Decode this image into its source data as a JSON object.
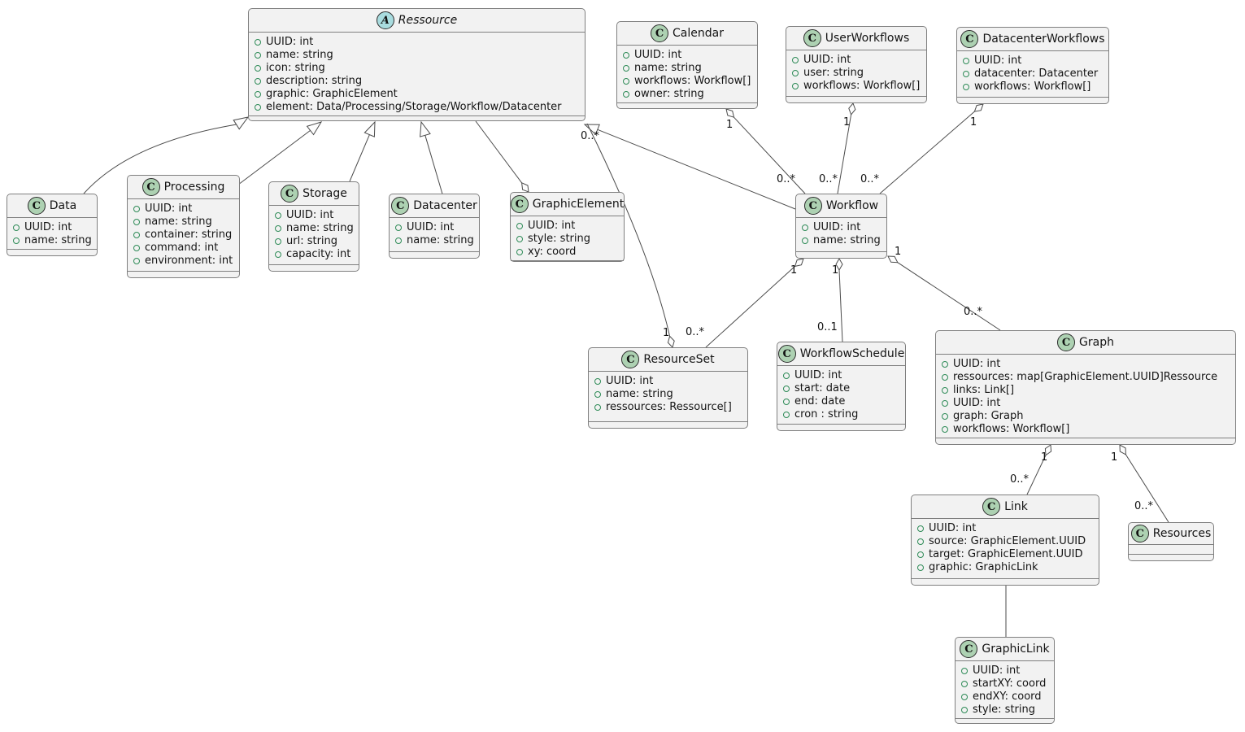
{
  "diagram": {
    "kind": "UML class diagram",
    "colors": {
      "class_circle_fill": "#ADD1B2",
      "abstract_circle_fill": "#A9DCDF",
      "box_fill": "#F2F2F2",
      "box_border": "#7F7F7F",
      "edge_line": "#4B4B4B",
      "field_visibility_green": "#2E8B57"
    }
  },
  "classes": [
    {
      "stereotype": "A",
      "name": "Ressource",
      "attrs": [
        "UUID: int",
        "name: string",
        "icon: string",
        "description: string",
        "graphic: GraphicElement",
        "element: Data/Processing/Storage/Workflow/Datacenter"
      ]
    },
    {
      "stereotype": "C",
      "name": "Calendar",
      "attrs": [
        "UUID: int",
        "name: string",
        "workflows: Workflow[]",
        "owner: string"
      ]
    },
    {
      "stereotype": "C",
      "name": "UserWorkflows",
      "attrs": [
        "UUID: int",
        "user: string",
        "workflows: Workflow[]"
      ]
    },
    {
      "stereotype": "C",
      "name": "DatacenterWorkflows",
      "attrs": [
        "UUID: int",
        "datacenter: Datacenter",
        "workflows: Workflow[]"
      ]
    },
    {
      "stereotype": "C",
      "name": "Data",
      "attrs": [
        "UUID: int",
        "name: string"
      ]
    },
    {
      "stereotype": "C",
      "name": "Processing",
      "attrs": [
        "UUID: int",
        "name: string",
        "container: string",
        "command: int",
        "environment: int"
      ]
    },
    {
      "stereotype": "C",
      "name": "Storage",
      "attrs": [
        "UUID: int",
        "name: string",
        "url: string",
        "capacity: int"
      ]
    },
    {
      "stereotype": "C",
      "name": "Datacenter",
      "attrs": [
        "UUID: int",
        "name: string"
      ]
    },
    {
      "stereotype": "C",
      "name": "GraphicElement",
      "attrs": [
        "UUID: int",
        "style: string",
        "xy: coord"
      ]
    },
    {
      "stereotype": "C",
      "name": "Workflow",
      "attrs": [
        "UUID: int",
        "name: string"
      ]
    },
    {
      "stereotype": "C",
      "name": "ResourceSet",
      "attrs": [
        "UUID: int",
        "name: string",
        "ressources: Ressource[]"
      ]
    },
    {
      "stereotype": "C",
      "name": "WorkflowSchedule",
      "attrs": [
        "UUID: int",
        "start: date",
        "end: date",
        "cron : string"
      ]
    },
    {
      "stereotype": "C",
      "name": "Graph",
      "attrs": [
        "UUID: int",
        "ressources: map[GraphicElement.UUID]Ressource",
        "links: Link[]",
        "UUID: int",
        "graph: Graph",
        "workflows: Workflow[]"
      ]
    },
    {
      "stereotype": "C",
      "name": "Link",
      "attrs": [
        "UUID: int",
        "source: GraphicElement.UUID",
        "target: GraphicElement.UUID",
        "graphic: GraphicLink"
      ]
    },
    {
      "stereotype": "C",
      "name": "Resources",
      "attrs": []
    },
    {
      "stereotype": "C",
      "name": "GraphicLink",
      "attrs": [
        "UUID: int",
        "startXY: coord",
        "endXY: coord",
        "style: string"
      ]
    }
  ],
  "relations": [
    {
      "id": "data-extends-ressource",
      "type": "generalization",
      "from": "Data",
      "to": "Ressource"
    },
    {
      "id": "processing-extends-ressource",
      "type": "generalization",
      "from": "Processing",
      "to": "Ressource"
    },
    {
      "id": "storage-extends-ressource",
      "type": "generalization",
      "from": "Storage",
      "to": "Ressource"
    },
    {
      "id": "datacenter-extends-ressource",
      "type": "generalization",
      "from": "Datacenter",
      "to": "Ressource"
    },
    {
      "id": "workflow-extends-ressource",
      "type": "generalization",
      "from": "Workflow",
      "to": "Ressource"
    },
    {
      "id": "ressource-graphicelement",
      "type": "aggregation",
      "from": "GraphicElement",
      "to": "Ressource"
    },
    {
      "id": "calendar-workflow",
      "type": "aggregation",
      "from": "Calendar",
      "to": "Workflow",
      "from_label": "1",
      "to_label": "0..*"
    },
    {
      "id": "userworkflows-workflow",
      "type": "aggregation",
      "from": "UserWorkflows",
      "to": "Workflow",
      "from_label": "1",
      "to_label": "0..*"
    },
    {
      "id": "datacenterworkflows-workflow",
      "type": "aggregation",
      "from": "DatacenterWorkflows",
      "to": "Workflow",
      "from_label": "1",
      "to_label": "0..*"
    },
    {
      "id": "workflow-resourceset",
      "type": "aggregation",
      "from": "Workflow",
      "to": "ResourceSet",
      "from_label": "1",
      "to_label": "0..*"
    },
    {
      "id": "workflow-workflowschedule",
      "type": "aggregation",
      "from": "Workflow",
      "to": "WorkflowSchedule",
      "from_label": "1",
      "to_label": "0..1"
    },
    {
      "id": "workflow-graph",
      "type": "aggregation",
      "from": "Workflow",
      "to": "Graph",
      "from_label": "1",
      "to_label": "0..*"
    },
    {
      "id": "graph-link",
      "type": "aggregation",
      "from": "Graph",
      "to": "Link",
      "from_label": "1",
      "to_label": "0..*"
    },
    {
      "id": "graph-resources",
      "type": "aggregation",
      "from": "Graph",
      "to": "Resources",
      "from_label": "1",
      "to_label": "0..*"
    },
    {
      "id": "resourceset-ressource",
      "type": "aggregation",
      "from": "ResourceSet",
      "to": "Ressource",
      "from_label": "1",
      "to_label": "0..*"
    },
    {
      "id": "link-graphiclink",
      "type": "association",
      "from": "Link",
      "to": "GraphicLink"
    }
  ]
}
